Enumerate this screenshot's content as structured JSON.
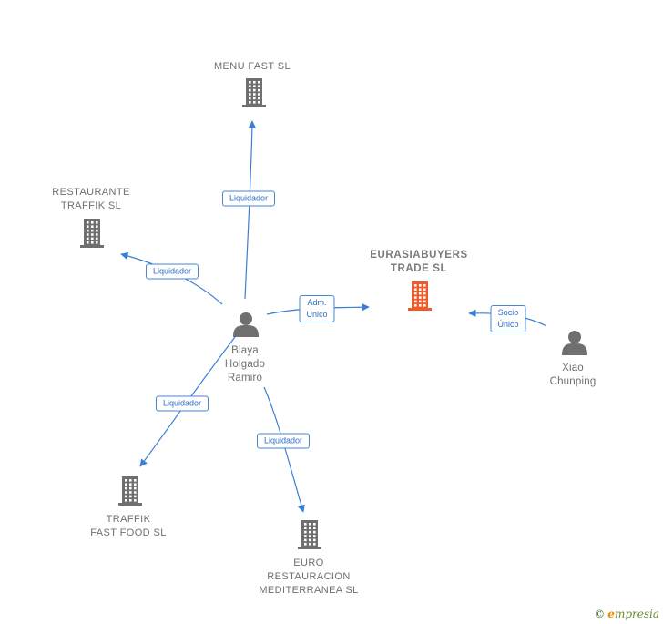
{
  "colors": {
    "edge": "#3a7fd5",
    "company": "#6f6f6f",
    "focus_company": "#f05a28",
    "person": "#6f6f6f"
  },
  "companies": [
    {
      "id": "menu",
      "name": "MENU FAST SL",
      "icon": "building-icon"
    },
    {
      "id": "restaurante",
      "name": "RESTAURANTE\nTRAFFIK SL",
      "icon": "building-icon"
    },
    {
      "id": "eurasia",
      "name": "EURASIABUYERS\nTRADE  SL",
      "icon": "building-icon",
      "focus": true
    },
    {
      "id": "traffik",
      "name": "TRAFFIK\nFAST FOOD SL",
      "icon": "building-icon"
    },
    {
      "id": "euro",
      "name": "EURO\nRESTAURACION\nMEDITERRANEA SL",
      "icon": "building-icon"
    }
  ],
  "people": [
    {
      "id": "blaya",
      "name": "Blaya\nHolgado\nRamiro",
      "icon": "person-icon"
    },
    {
      "id": "xiao",
      "name": "Xiao\nChunping",
      "icon": "person-icon"
    }
  ],
  "relations": [
    {
      "from": "blaya",
      "to": "menu",
      "label": "Liquidador"
    },
    {
      "from": "blaya",
      "to": "restaurante",
      "label": "Liquidador"
    },
    {
      "from": "blaya",
      "to": "eurasia",
      "label": "Adm.\nUnico"
    },
    {
      "from": "blaya",
      "to": "traffik",
      "label": "Liquidador"
    },
    {
      "from": "blaya",
      "to": "euro",
      "label": "Liquidador"
    },
    {
      "from": "xiao",
      "to": "eurasia",
      "label": "Socio\nÚnico"
    }
  ],
  "brand": {
    "copyright": "©",
    "name_first": "e",
    "name_rest": "mpresia"
  }
}
